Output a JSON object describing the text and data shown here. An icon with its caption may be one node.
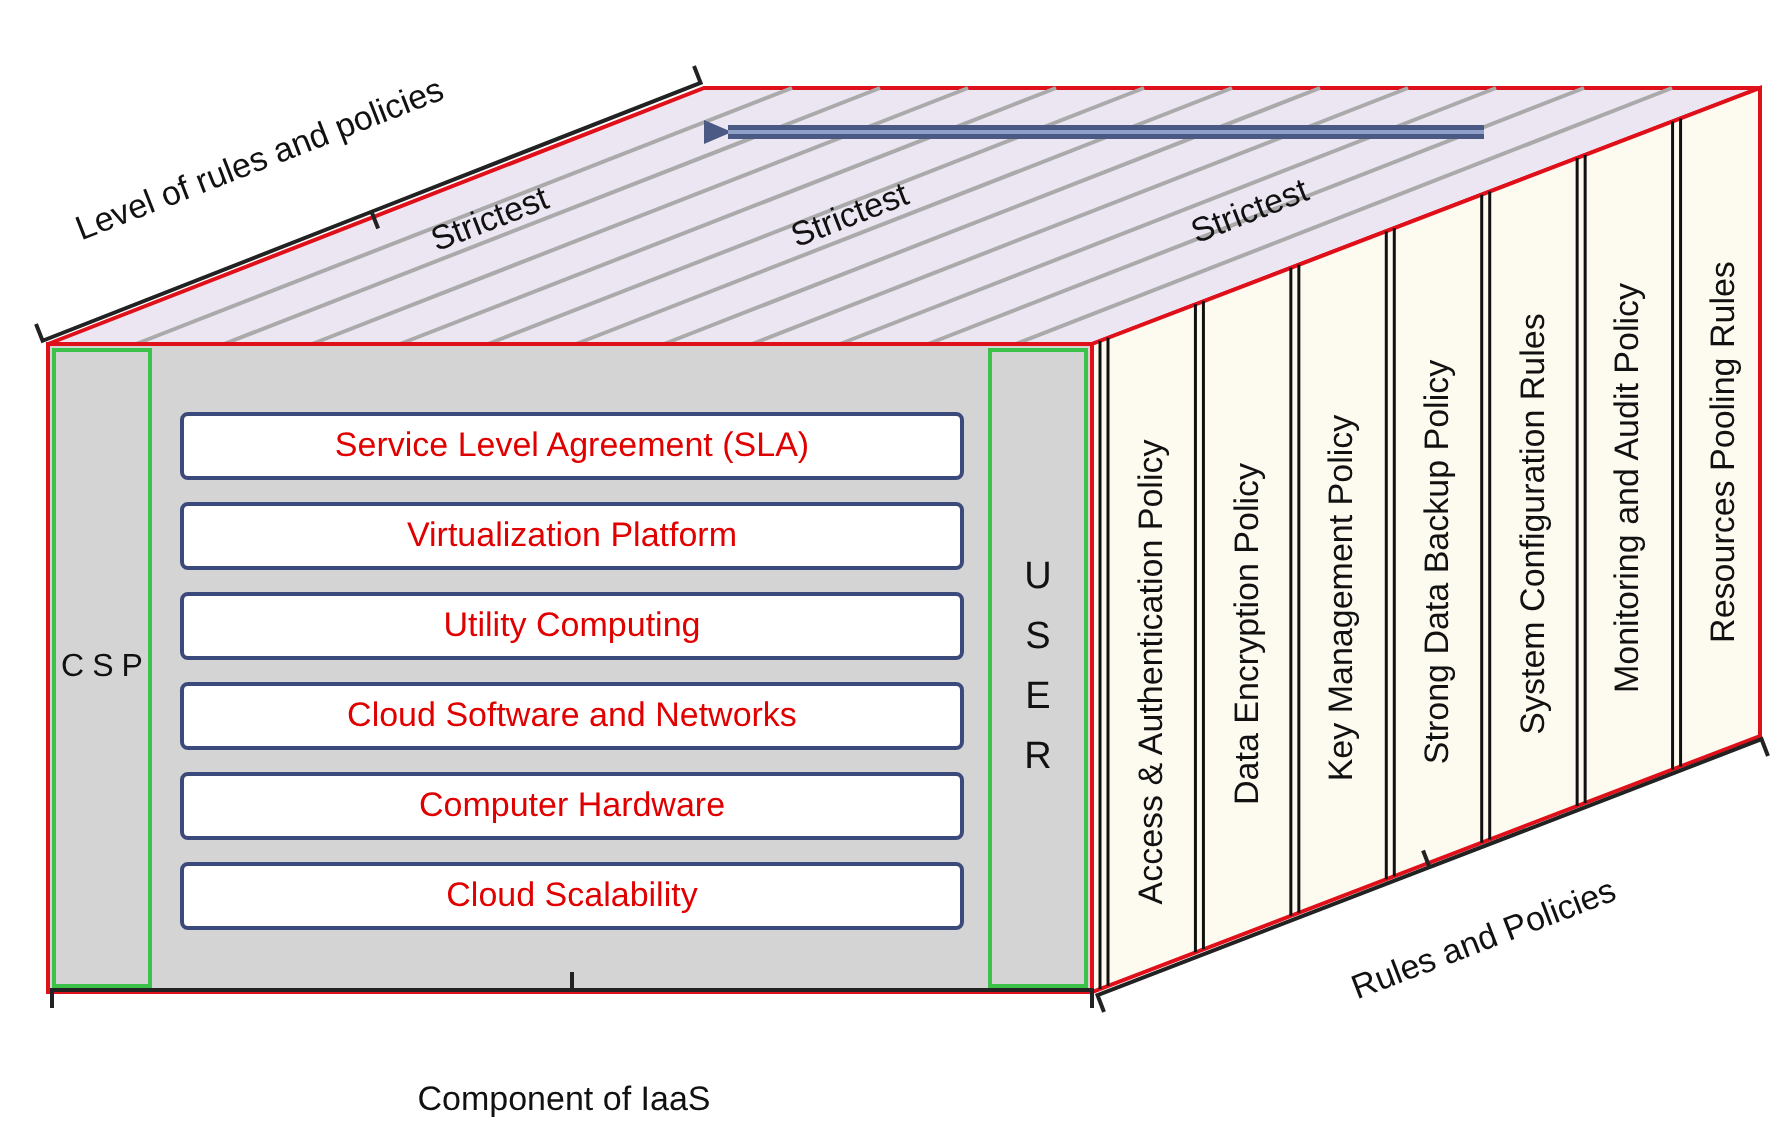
{
  "diagram": {
    "nodes": [
      {
        "text": [
          "CSP"
        ]
      },
      {
        "text": [
          "Service Level Agreement (SLA)"
        ]
      },
      {
        "text": [
          "Virtualization Platform"
        ]
      },
      {
        "text": [
          "Utility Computing"
        ]
      },
      {
        "text": [
          "Cloud Software and Networks"
        ]
      },
      {
        "text": [
          "Computer Hardware"
        ]
      },
      {
        "text": [
          "Cloud Scalability"
        ]
      },
      {
        "text": [
          "USER"
        ]
      },
      {
        "text": [
          "Access & Authentication Policy"
        ]
      },
      {
        "text": [
          "Data Encryption Policy"
        ]
      },
      {
        "text": [
          "Key Management Policy"
        ]
      },
      {
        "text": [
          "Strong Data Backup Policy"
        ]
      },
      {
        "text": [
          "System Configuration Rules"
        ]
      },
      {
        "text": [
          "Monitoring and Audit Policy"
        ]
      },
      {
        "text": [
          "Resources Pooling Rules"
        ]
      }
    ],
    "labels": [
      "Level of rules and policies",
      "Strictest",
      "Strictest",
      "Strictest",
      "Rules and Policies",
      "Component of IaaS"
    ]
  }
}
